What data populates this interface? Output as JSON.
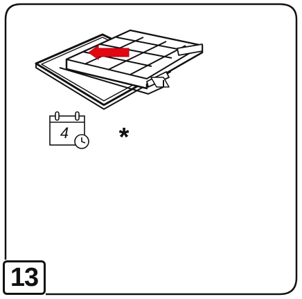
{
  "step": {
    "number": "13"
  },
  "maintenance": {
    "interval_value": "4",
    "callout_symbol": "*"
  },
  "colors": {
    "line": "#111111",
    "arrow": "#e30613",
    "background": "#ffffff"
  },
  "icons": [
    "calendar-clock-icon",
    "asterisk-callout",
    "direction-arrow",
    "rotate-arrow"
  ]
}
